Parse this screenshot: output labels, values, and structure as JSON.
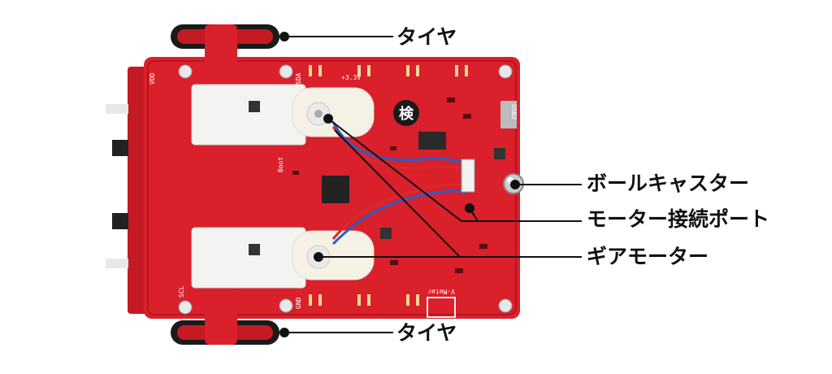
{
  "labels": {
    "tire_top": "タイヤ",
    "ball_caster": "ボールキャスター",
    "motor_port": "モーター接続ポート",
    "gear_motor": "ギアモーター",
    "tire_bottom": "タイヤ"
  },
  "board_silkscreen": {
    "vdd": "VDD",
    "sda": "SDA",
    "scl": "SCL",
    "gnd": "GND",
    "boot": "Boot",
    "vmeter": "V-Meter",
    "usb": "USB2",
    "chip_mark": "検",
    "v33": "+3.3V"
  },
  "colors": {
    "pcb": "#d9202b",
    "pcb_dark": "#a8141d",
    "motor_white": "#f3f3f1",
    "tire": "#1a1a1a",
    "leader": "#111111"
  }
}
